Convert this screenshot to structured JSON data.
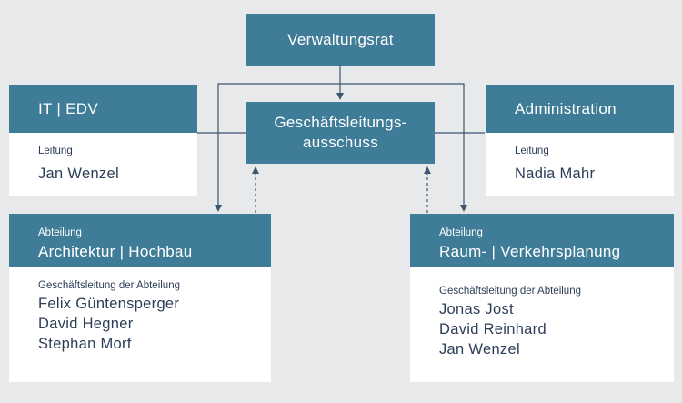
{
  "board": {
    "label": "Verwaltungsrat"
  },
  "committee": {
    "line1": "Geschäftsleitungs-",
    "line2": "ausschuss"
  },
  "it": {
    "title": "IT | EDV",
    "role_label": "Leitung",
    "name": "Jan Wenzel"
  },
  "admin": {
    "title": "Administration",
    "role_label": "Leitung",
    "name": "Nadia Mahr"
  },
  "dept_left": {
    "kicker": "Abteilung",
    "title": "Architektur | Hochbau",
    "role_label": "Geschäftsleitung der Abteilung",
    "members": [
      "Felix Güntensperger",
      "David Hegner",
      "Stephan Morf"
    ]
  },
  "dept_right": {
    "kicker": "Abteilung",
    "title": "Raum- | Verkehrsplanung",
    "role_label": "Geschäftsleitung der Abteilung",
    "members": [
      "Jonas Jost",
      "David Reinhard",
      "Jan Wenzel"
    ]
  },
  "colors": {
    "header_fill": "#3f7c97",
    "background": "#e8e9eb",
    "line": "#3e5672",
    "text_dark": "#2c3e57"
  }
}
